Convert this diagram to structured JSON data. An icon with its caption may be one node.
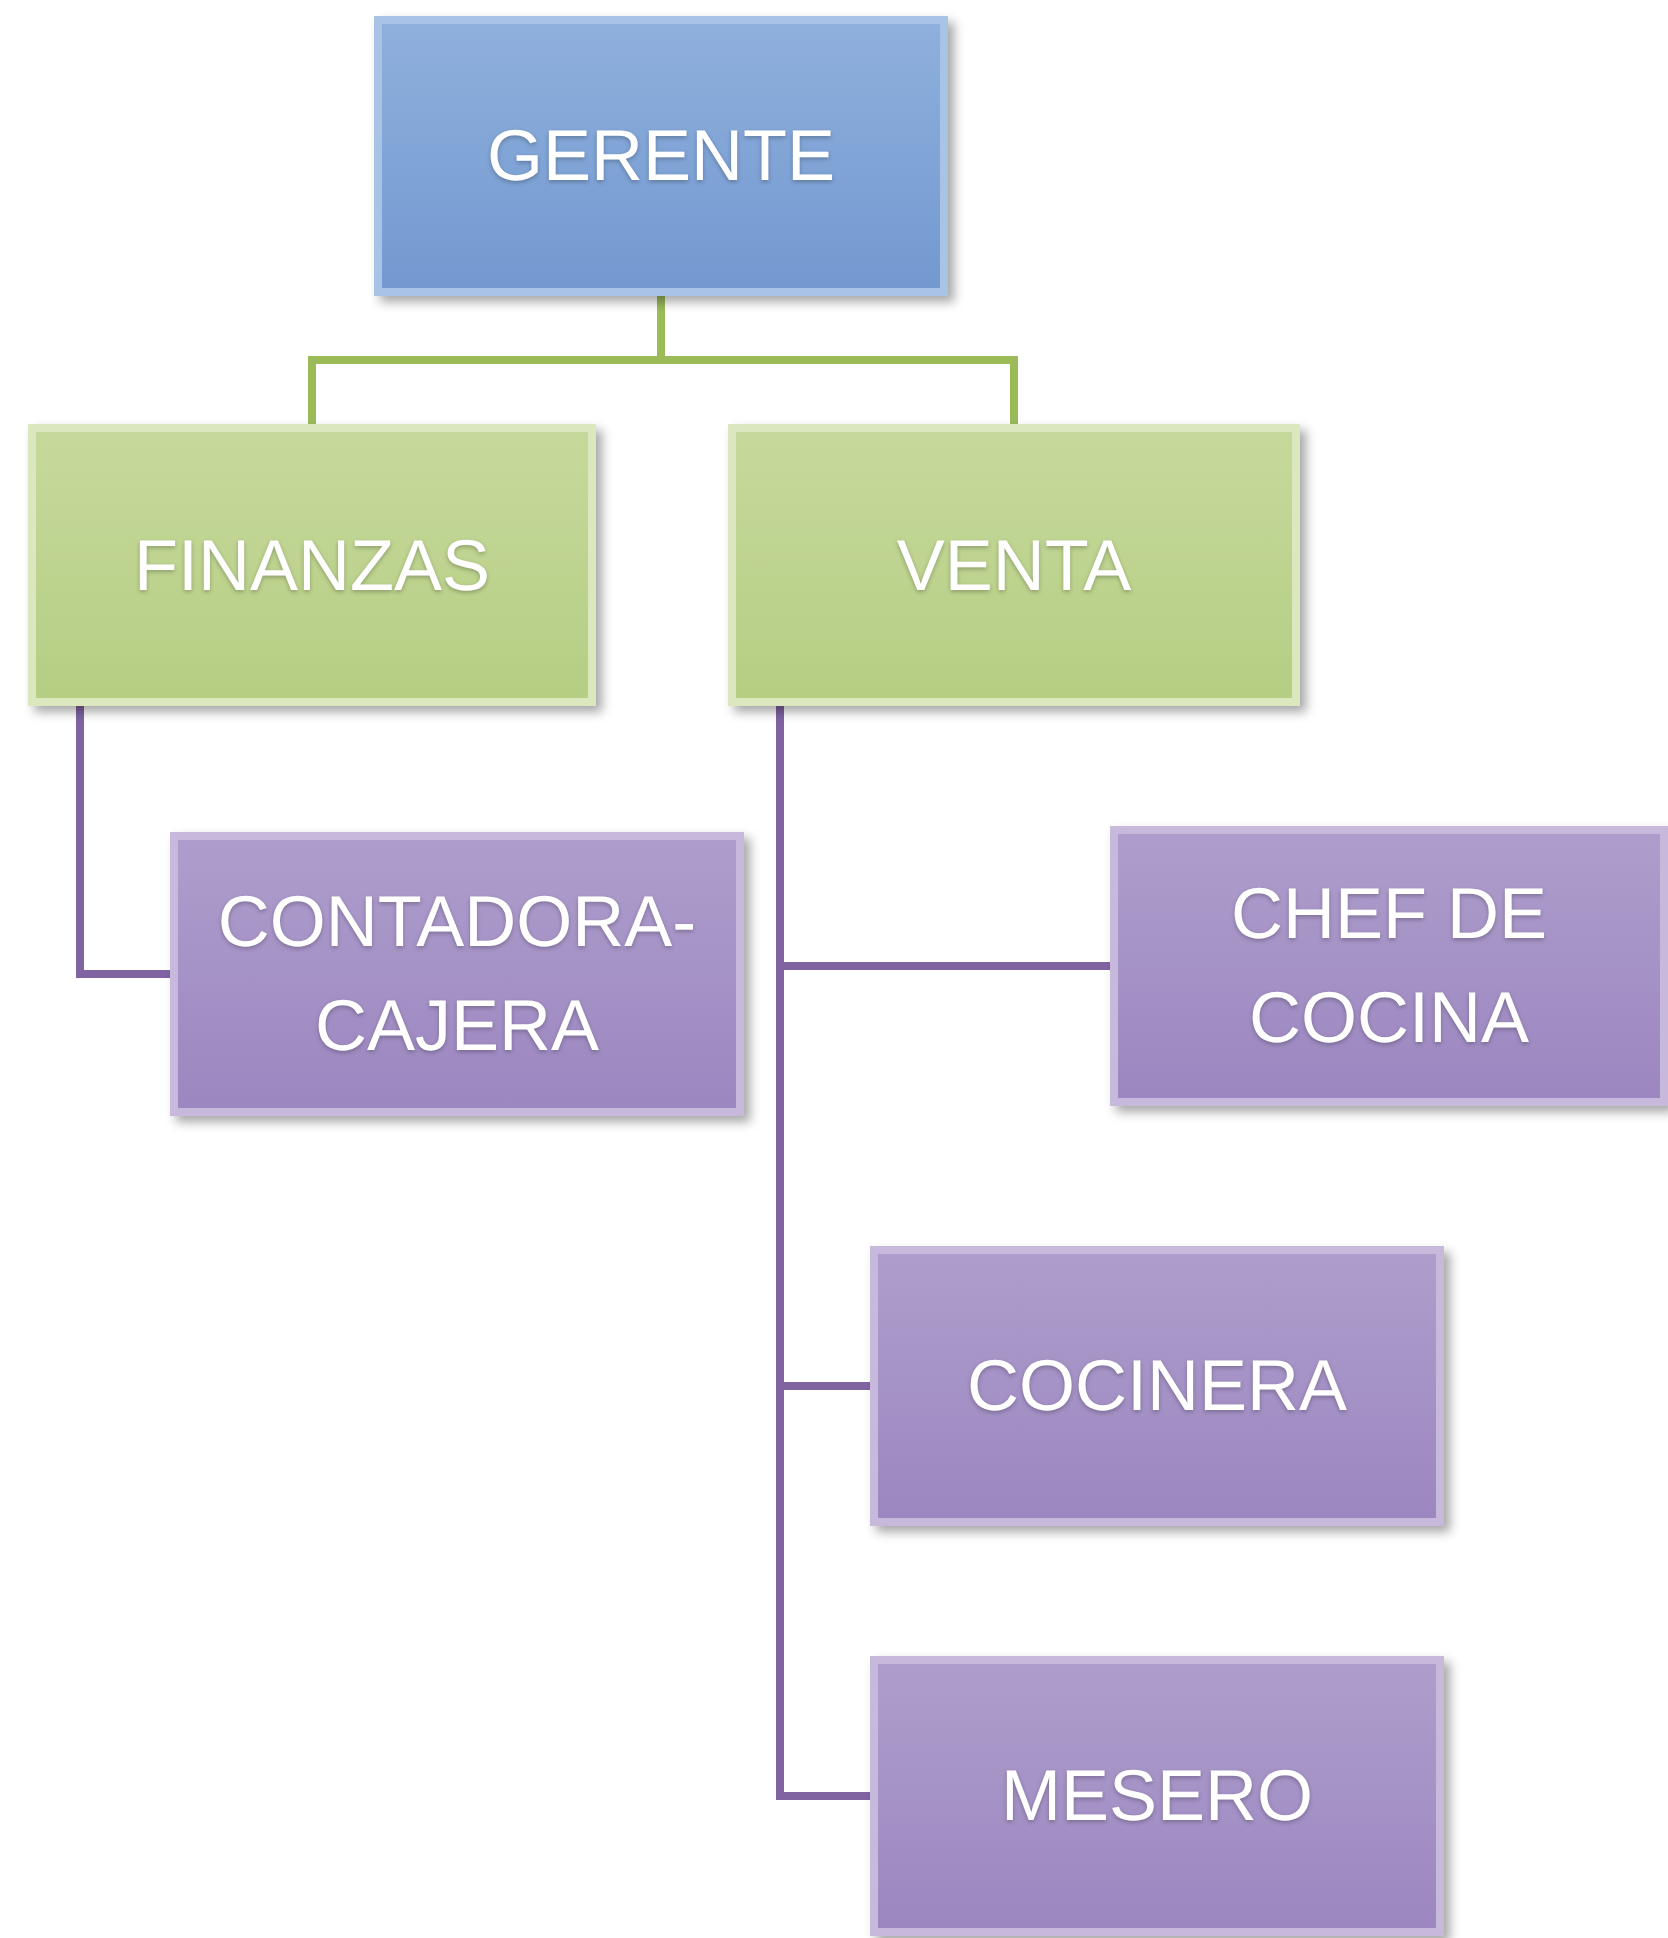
{
  "diagram": {
    "nodes": [
      {
        "text": [
          "GERENTE"
        ]
      },
      {
        "text": [
          "FINANZAS"
        ]
      },
      {
        "text": [
          "VENTA"
        ]
      },
      {
        "text": [
          "CONTADORA-CAJERA"
        ]
      },
      {
        "text": [
          "CHEF DE COCINA"
        ]
      },
      {
        "text": [
          "COCINERA"
        ]
      },
      {
        "text": [
          "MESERO"
        ]
      }
    ],
    "edges": [
      {
        "from": 0,
        "to": 1,
        "arrow": "none",
        "color": "#9bbb59"
      },
      {
        "from": 0,
        "to": 2,
        "arrow": "none",
        "color": "#9bbb59"
      },
      {
        "from": 1,
        "to": 3,
        "arrow": "none"
      },
      {
        "from": 2,
        "to": 4,
        "arrow": "none"
      },
      {
        "from": 2,
        "to": 5,
        "arrow": "none"
      },
      {
        "from": 2,
        "to": 6,
        "arrow": "none"
      }
    ]
  }
}
